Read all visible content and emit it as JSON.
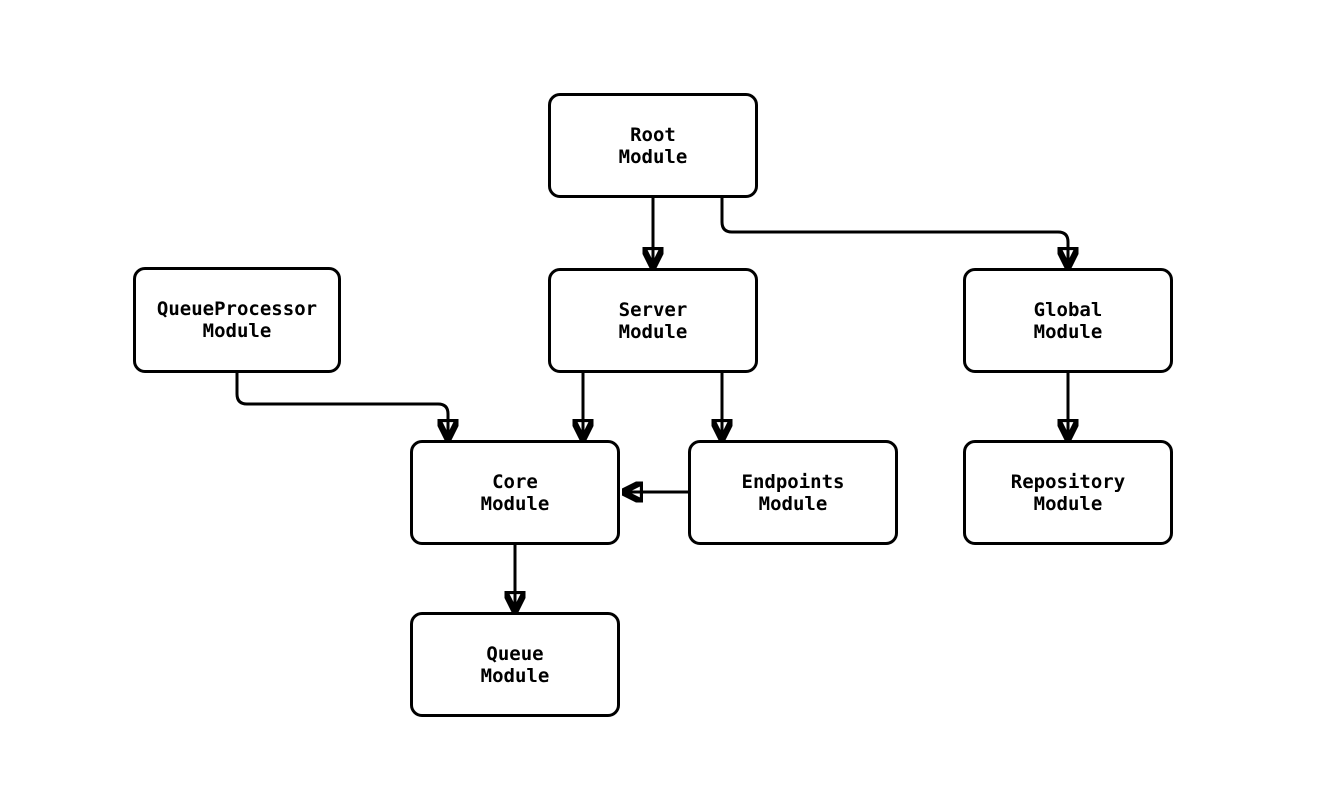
{
  "diagram": {
    "type": "module-dependency-flowchart",
    "background_color": "#ffffff",
    "node_fill_color": "#ffffff",
    "node_border_color": "#000000",
    "edge_color": "#000000",
    "nodes": [
      {
        "id": "root",
        "label": "Root\nModule"
      },
      {
        "id": "queueprocessor",
        "label": "QueueProcessor\nModule"
      },
      {
        "id": "server",
        "label": "Server\nModule"
      },
      {
        "id": "global",
        "label": "Global\nModule"
      },
      {
        "id": "core",
        "label": "Core\nModule"
      },
      {
        "id": "endpoints",
        "label": "Endpoints\nModule"
      },
      {
        "id": "repository",
        "label": "Repository\nModule"
      },
      {
        "id": "queue",
        "label": "Queue\nModule"
      }
    ],
    "edges": [
      {
        "from": "Root Module",
        "to": "Server Module"
      },
      {
        "from": "Root Module",
        "to": "Global Module"
      },
      {
        "from": "QueueProcessor Module",
        "to": "Core Module"
      },
      {
        "from": "Server Module",
        "to": "Core Module"
      },
      {
        "from": "Server Module",
        "to": "Endpoints Module"
      },
      {
        "from": "Endpoints Module",
        "to": "Core Module"
      },
      {
        "from": "Global Module",
        "to": "Repository Module"
      },
      {
        "from": "Core Module",
        "to": "Queue Module"
      }
    ]
  }
}
